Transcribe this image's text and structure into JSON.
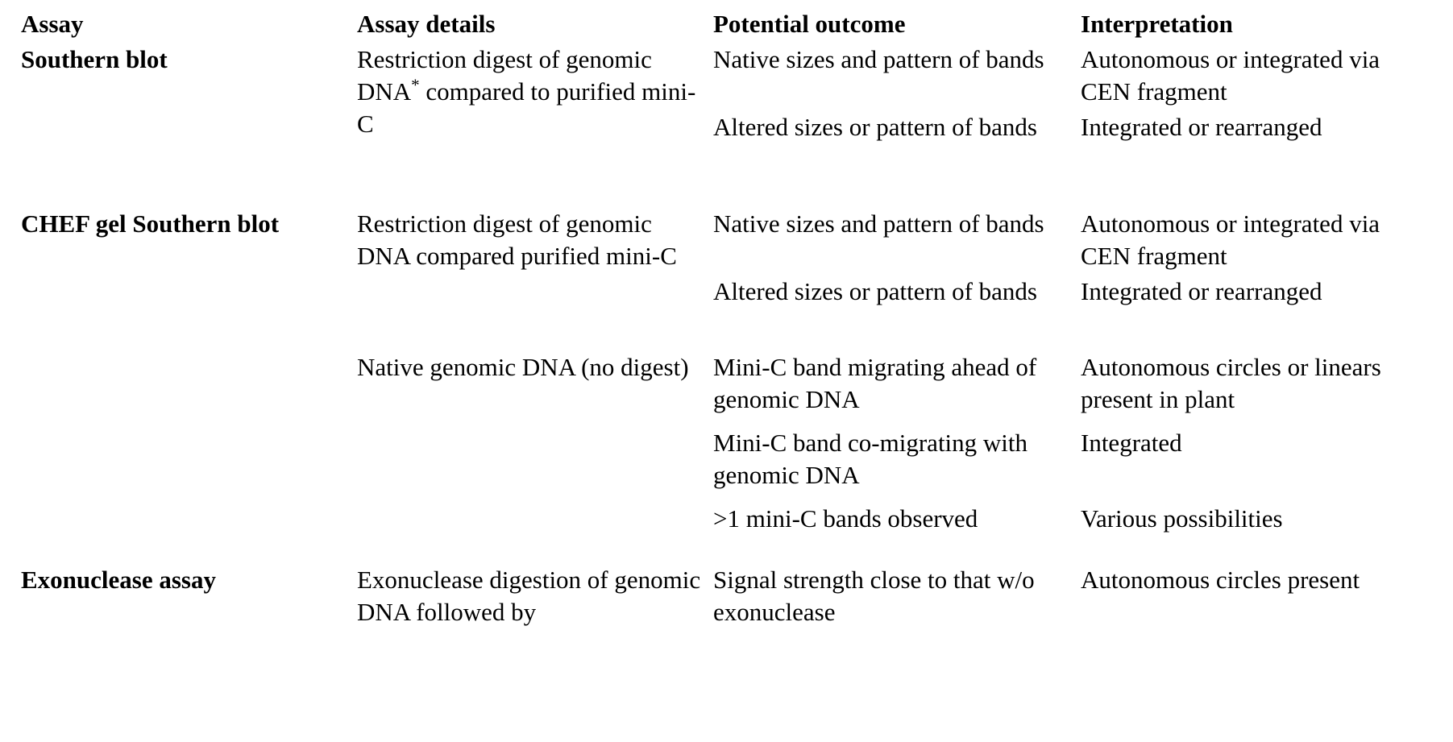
{
  "table": {
    "columns": [
      "Assay",
      "Assay details",
      "Potential outcome",
      "Interpretation"
    ],
    "footnote_marker": "*",
    "blocks": [
      {
        "assay": "Southern blot",
        "details": [
          {
            "text_before_marker": "Restriction digest of genomic DNA",
            "marker": "*",
            "text_after_marker": " compared to purified mini-C",
            "full_text": "Restriction digest of genomic DNA* compared to purified mini-C",
            "rowspan": 2,
            "outcomes": [
              {
                "outcome": "Native sizes and pattern of bands",
                "interpretation": "Autonomous or integrated via CEN fragment"
              },
              {
                "outcome": "Altered sizes or pattern of bands",
                "interpretation": "Integrated or rearranged"
              }
            ]
          }
        ]
      },
      {
        "assay": "CHEF gel Southern blot",
        "details": [
          {
            "full_text": "Restriction digest of genomic DNA compared purified mini-C",
            "rowspan": 2,
            "outcomes": [
              {
                "outcome": "Native sizes and pattern of bands",
                "interpretation": "Autonomous or integrated via CEN fragment"
              },
              {
                "outcome": "Altered sizes or pattern of bands",
                "interpretation": "Integrated or rearranged"
              }
            ]
          },
          {
            "full_text": "Native genomic DNA (no digest)",
            "rowspan": 3,
            "outcomes": [
              {
                "outcome": "Mini-C band migrating ahead of genomic DNA",
                "interpretation": "Autonomous circles or linears present in plant"
              },
              {
                "outcome": "Mini-C band co-migrating with genomic DNA",
                "interpretation": "Integrated"
              },
              {
                "outcome": ">1 mini-C bands observed",
                "interpretation": "Various possibilities"
              }
            ]
          }
        ]
      },
      {
        "assay": "Exonuclease assay",
        "details": [
          {
            "full_text": "Exonuclease digestion of genomic DNA followed by",
            "rowspan": 1,
            "outcomes": [
              {
                "outcome": "Signal strength close to that w/o exonuclease",
                "interpretation": "Autonomous circles present"
              }
            ]
          }
        ]
      }
    ]
  }
}
